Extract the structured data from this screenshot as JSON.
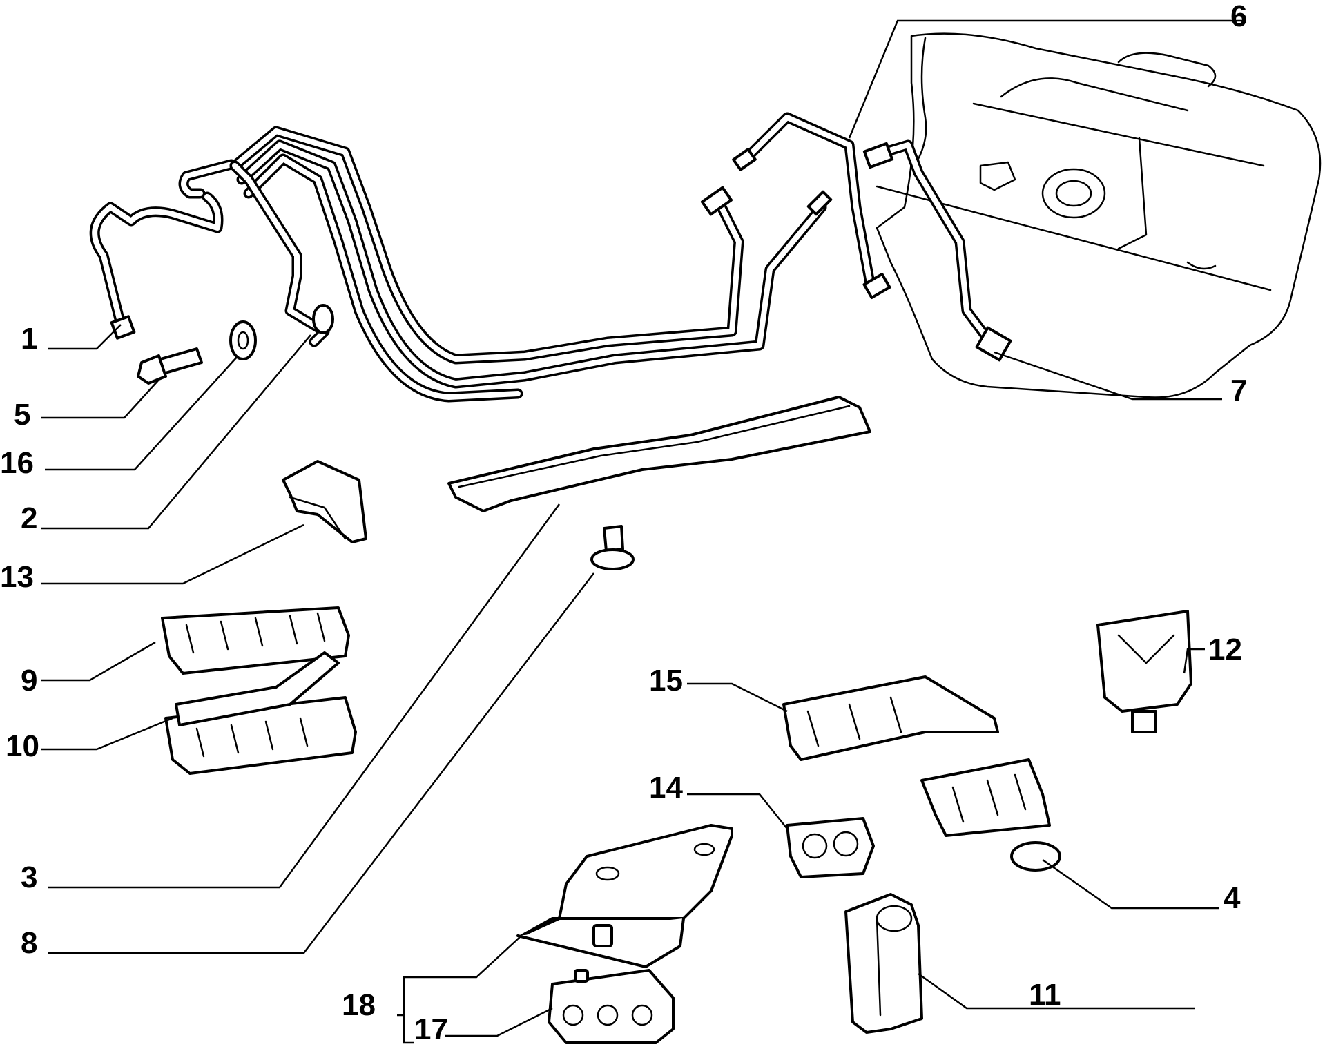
{
  "colors": {
    "line": "#000000",
    "background": "#ffffff"
  },
  "callouts": {
    "c1": "1",
    "c2": "2",
    "c3": "3",
    "c4": "4",
    "c5": "5",
    "c6": "6",
    "c7": "7",
    "c8": "8",
    "c9": "9",
    "c10": "10",
    "c11": "11",
    "c12": "12",
    "c13": "13",
    "c14": "14",
    "c15": "15",
    "c16": "16",
    "c17": "17",
    "c18": "18"
  }
}
